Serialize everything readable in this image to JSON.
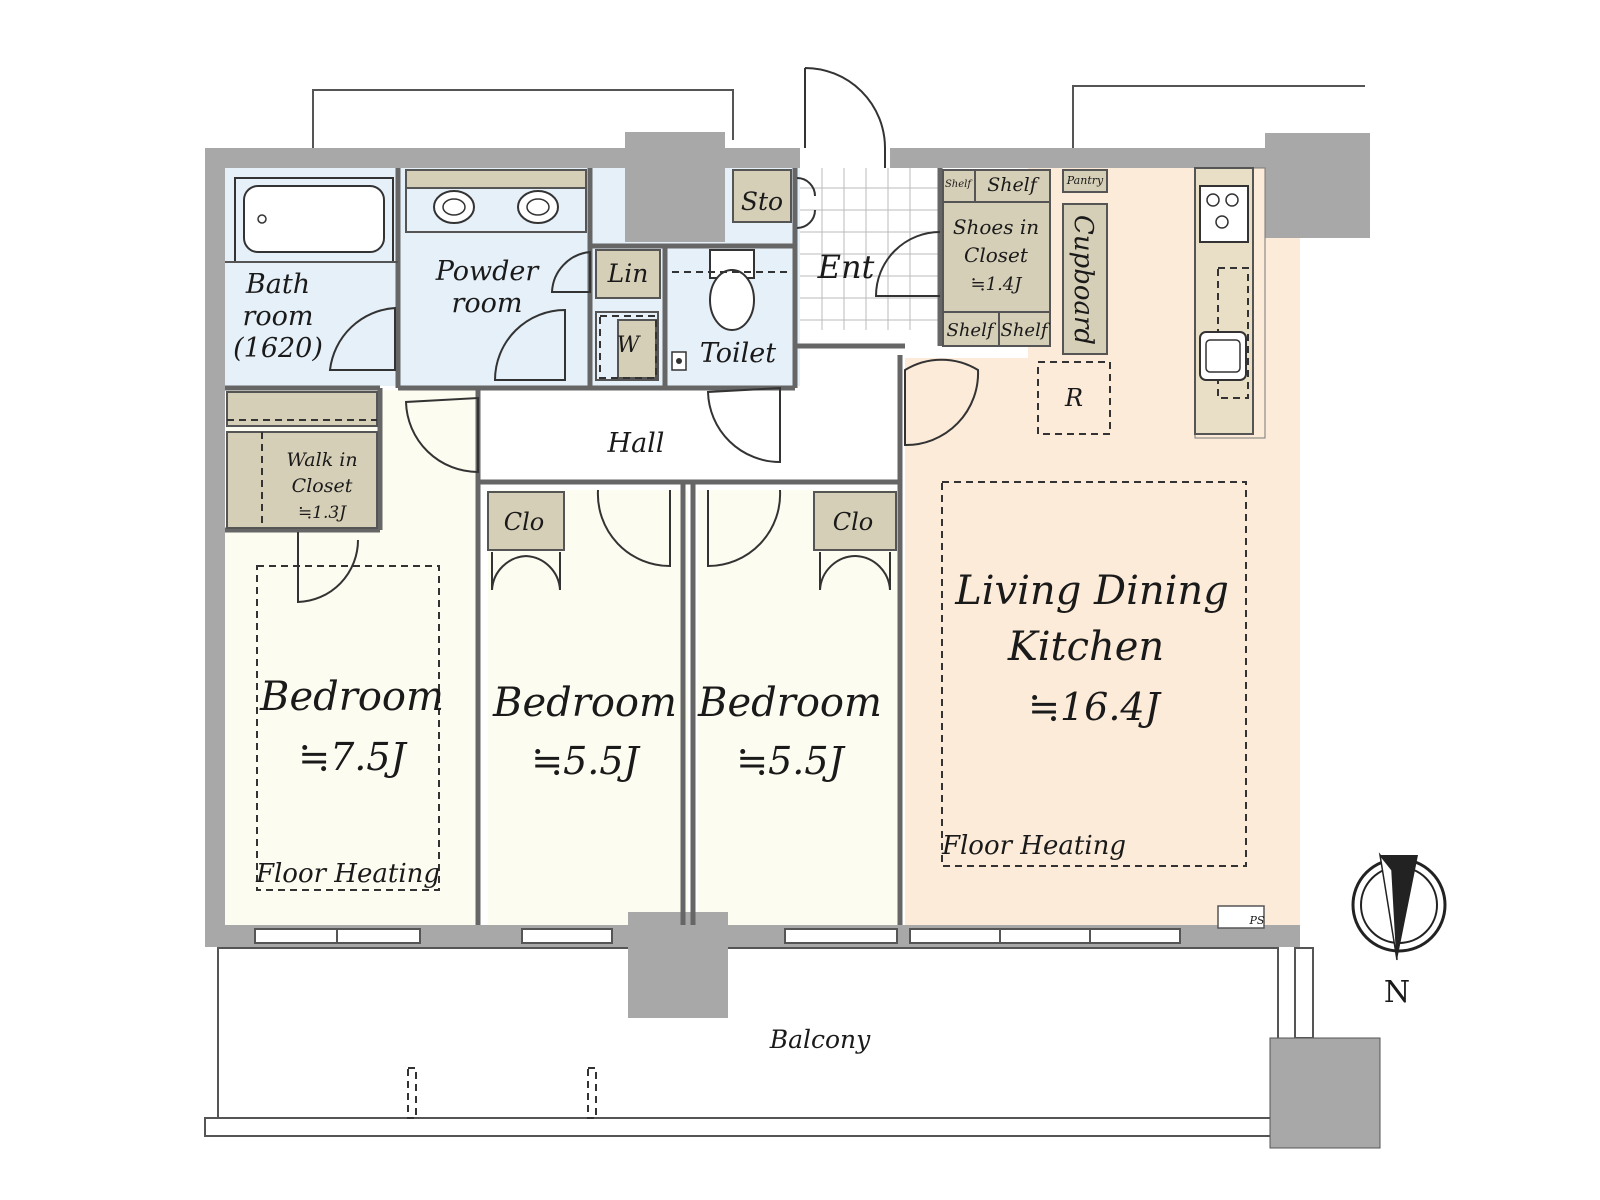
{
  "colors": {
    "wall": "#a8a8a8",
    "wet_area": "#e6f0f8",
    "bedroom": "#fdfcf0",
    "ldk": "#fcebd9",
    "storage": "#d6cfb7",
    "hall": "#ffffff"
  },
  "rooms": {
    "bath": {
      "line1": "Bath",
      "line2": "room",
      "line3": "(1620)"
    },
    "powder": {
      "line1": "Powder",
      "line2": "room"
    },
    "linen": "Lin",
    "washer": "W",
    "toilet": "Toilet",
    "storage": "Sto",
    "entrance": "Ent",
    "shelf_small": "Shelf",
    "shelf_top": "Shelf",
    "shoes": {
      "line1": "Shoes in",
      "line2": "Closet",
      "line3": "≒1.4J"
    },
    "shelf_bottom_left": "Shelf",
    "shelf_bottom_right": "Shelf",
    "pantry": "Pantry",
    "cupboard": "Cupboard",
    "refrigerator": "R",
    "hall": "Hall",
    "walk_in": {
      "line1": "Walk in",
      "line2": "Closet",
      "line3": "≒1.3J"
    },
    "closet_1": "Clo",
    "closet_2": "Clo",
    "bedroom_1": {
      "name": "Bedroom",
      "size": "≒7.5J",
      "note": "Floor Heating"
    },
    "bedroom_2": {
      "name": "Bedroom",
      "size": "≒5.5J"
    },
    "bedroom_3": {
      "name": "Bedroom",
      "size": "≒5.5J"
    },
    "ldk": {
      "line1": "Living Dining",
      "line2": "Kitchen",
      "size": "≒16.4J",
      "note": "Floor Heating"
    },
    "ps": "PS",
    "balcony": "Balcony"
  },
  "compass": {
    "label": "N",
    "icon": "north-arrow-icon"
  }
}
